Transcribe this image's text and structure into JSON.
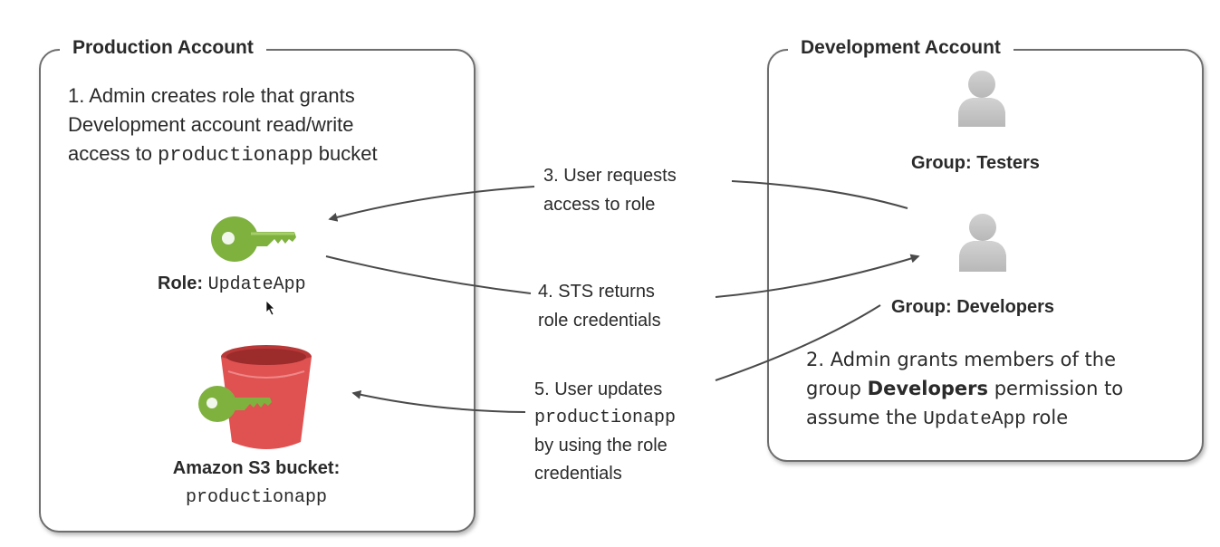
{
  "production": {
    "title": "Production Account",
    "step1": {
      "line1": "1. Admin creates role that grants",
      "line2": "Development account read/write",
      "line3_a": "access to ",
      "line3_code": "productionapp",
      "line3_b": " bucket"
    },
    "role": {
      "label": "Role:",
      "name": "UpdateApp"
    },
    "bucket": {
      "label": "Amazon S3 bucket:",
      "name": "productionapp"
    }
  },
  "development": {
    "title": "Development Account",
    "group_testers": "Group: Testers",
    "group_developers": "Group: Developers",
    "step2": {
      "line1": "2. Admin grants members of the",
      "line2_a": "group ",
      "line2_bold": "Developers",
      "line2_b": " permission to",
      "line3_a": "assume the ",
      "line3_code": "UpdateApp",
      "line3_b": " role"
    }
  },
  "steps": {
    "step3": {
      "line1": "3. User requests",
      "line2": "access to role"
    },
    "step4": {
      "line1": "4. STS returns",
      "line2": "role credentials"
    },
    "step5": {
      "line1": "5. User updates",
      "line2_code": "productionapp",
      "line3": "by using the role",
      "line4": "credentials"
    }
  },
  "icons": [
    "key-icon",
    "s3-bucket-icon",
    "user-group-icon",
    "cursor-icon"
  ],
  "colors": {
    "key_green": "#7fb13f",
    "bucket_red": "#e05252",
    "user_gray": "#c4c4c4",
    "border": "#6e6e6e"
  }
}
